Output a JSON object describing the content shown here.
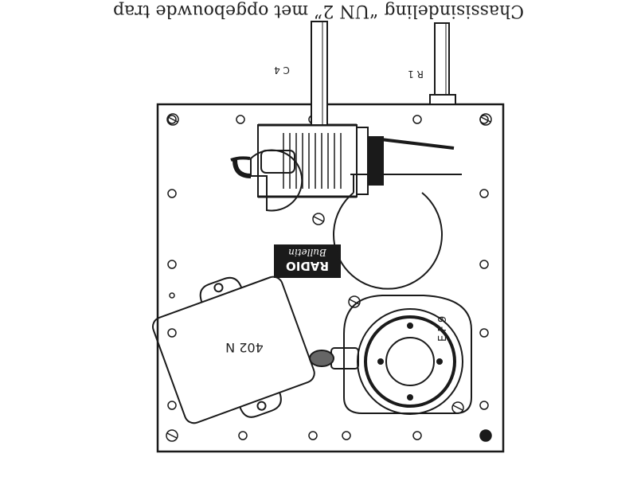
{
  "caption": "Chassisindeling “UN 2” met opgebouwde trap",
  "labels": {
    "c4": "C 4",
    "r1": "R 1",
    "tube": "E F 9",
    "transformer": "402 N"
  },
  "logo": {
    "line1": "RADIO",
    "line2": "Bulletin"
  },
  "colors": {
    "ink": "#1a1a1a",
    "paper": "#ffffff"
  }
}
